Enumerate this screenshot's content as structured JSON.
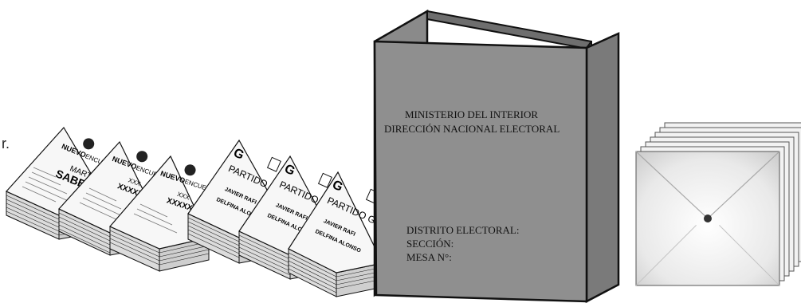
{
  "colors": {
    "urn_fill": "#8f8f8f",
    "urn_side": "#7a7a7a",
    "urn_top": "#6e6e6e",
    "outline": "#111111",
    "ballot_paper": "#f7f7f7",
    "envelope": "#ececec"
  },
  "left_fragment": "r.",
  "urn": {
    "line1": "MINISTERIO DEL INTERIOR",
    "line2": "DIRECCIÓN NACIONAL ELECTORAL",
    "field_district": "DISTRITO ELECTORAL:",
    "field_section": "SECCIÓN:",
    "field_table": "MESA N°:"
  },
  "ballots": {
    "nuevo": {
      "brand_bold": "NUEVO",
      "brand_light": "ENCUENTRO",
      "first_name": "MARTIN",
      "surname": "SABBATELLA",
      "placeholder_short": "XXX",
      "placeholder_long": "XXXXXX"
    },
    "gris": {
      "letter": "G",
      "party": "PARTIDO GRIS",
      "candidate1": "JAVIER RAFI",
      "candidate2": "DELFINA ALONSO"
    }
  },
  "envelope_count": 7,
  "envelope_icon": "shield-icon"
}
